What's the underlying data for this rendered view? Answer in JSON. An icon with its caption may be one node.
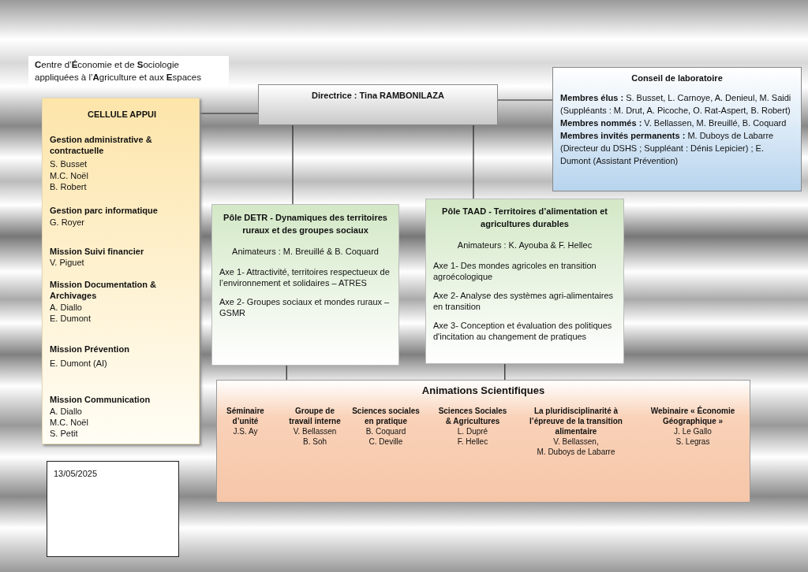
{
  "diagram": {
    "nodes": [
      {
        "text": [
          "**C**entre d’**É**conomie et de **S**ociologie appliquées à l’**A**griculture et aux **E**spaces"
        ]
      },
      {
        "text": [
          "CELLULE APPUI",
          "Gestion administrative & contractuelle",
          "S. Busset",
          "M.C. Noël",
          "B. Robert",
          "Gestion parc informatique",
          "G. Royer",
          "Mission Suivi financier",
          "V. Piguet",
          "Mission Documentation & Archivages",
          "A. Diallo",
          "E. Dumont",
          "Mission Prévention",
          "E. Dumont (AI)",
          "Mission Communication",
          "A. Diallo",
          "M.C. Noël",
          "S. Petit"
        ]
      },
      {
        "text": [
          "Directrice : Tina RAMBONILAZA"
        ]
      },
      {
        "text": [
          "Conseil de laboratoire",
          "**Membres élus :** S. Busset, L. Carnoye, A. Denieul, M. Saidi (Suppléants : M. Drut, A. Picoche, O. Rat-Aspert, B. Robert)",
          "**Membres nommés :** V. Bellassen, M. Breuillé, B. Coquard",
          "**Membres invités permanents :** M. Duboys de Labarre (Directeur du DSHS ; Suppléant : Dénis Lepicier) ; E. Dumont (Assistant Prévention)"
        ]
      },
      {
        "text": [
          "Pôle DETR - Dynamiques des territoires ruraux et des groupes sociaux",
          "Animateurs : M. Breuillé & B. Coquard",
          "Axe 1- Attractivité, territoires respectueux de l’environnement et solidaires – ATRES",
          "Axe 2- Groupes sociaux et mondes ruraux – GSMR"
        ]
      },
      {
        "text": [
          "Pôle TAAD - Territoires d’alimentation et agricultures durables",
          "Animateurs : K. Ayouba & F. Hellec",
          "Axe 1- Des mondes agricoles en transition agroécologique",
          "Axe 2- Analyse des systèmes agri-alimentaires en transition",
          "Axe 3- Conception et évaluation des politiques d'incitation au changement de pratiques"
        ]
      },
      {
        "text": [
          "Animations Scientifiques",
          "Séminaire d’unité",
          "J.S. Ay",
          "Groupe de travail interne",
          "V. Bellassen",
          "B. Soh",
          "Sciences sociales en pratique",
          "B. Coquard",
          "C. Deville",
          "Sciences Sociales & Agricultures",
          "L. Dupré",
          "F. Hellec",
          "La pluridisciplinarité à l’épreuve de la transition alimentaire",
          "V. Bellassen,",
          "M. Duboys de Labarre",
          "Webinaire « Économie Géographique »",
          "J. Le Gallo",
          "S. Legras"
        ]
      },
      {
        "text": [
          "13/05/2025"
        ]
      }
    ],
    "edges": [
      {
        "from": 1,
        "to": 2,
        "arrow": "none"
      },
      {
        "from": 2,
        "to": 3,
        "arrow": "none"
      },
      {
        "from": 2,
        "to": 4,
        "arrow": "none"
      },
      {
        "from": 2,
        "to": 5,
        "arrow": "none"
      },
      {
        "from": 4,
        "to": 6,
        "arrow": "none"
      },
      {
        "from": 5,
        "to": 6,
        "arrow": "none"
      }
    ]
  }
}
